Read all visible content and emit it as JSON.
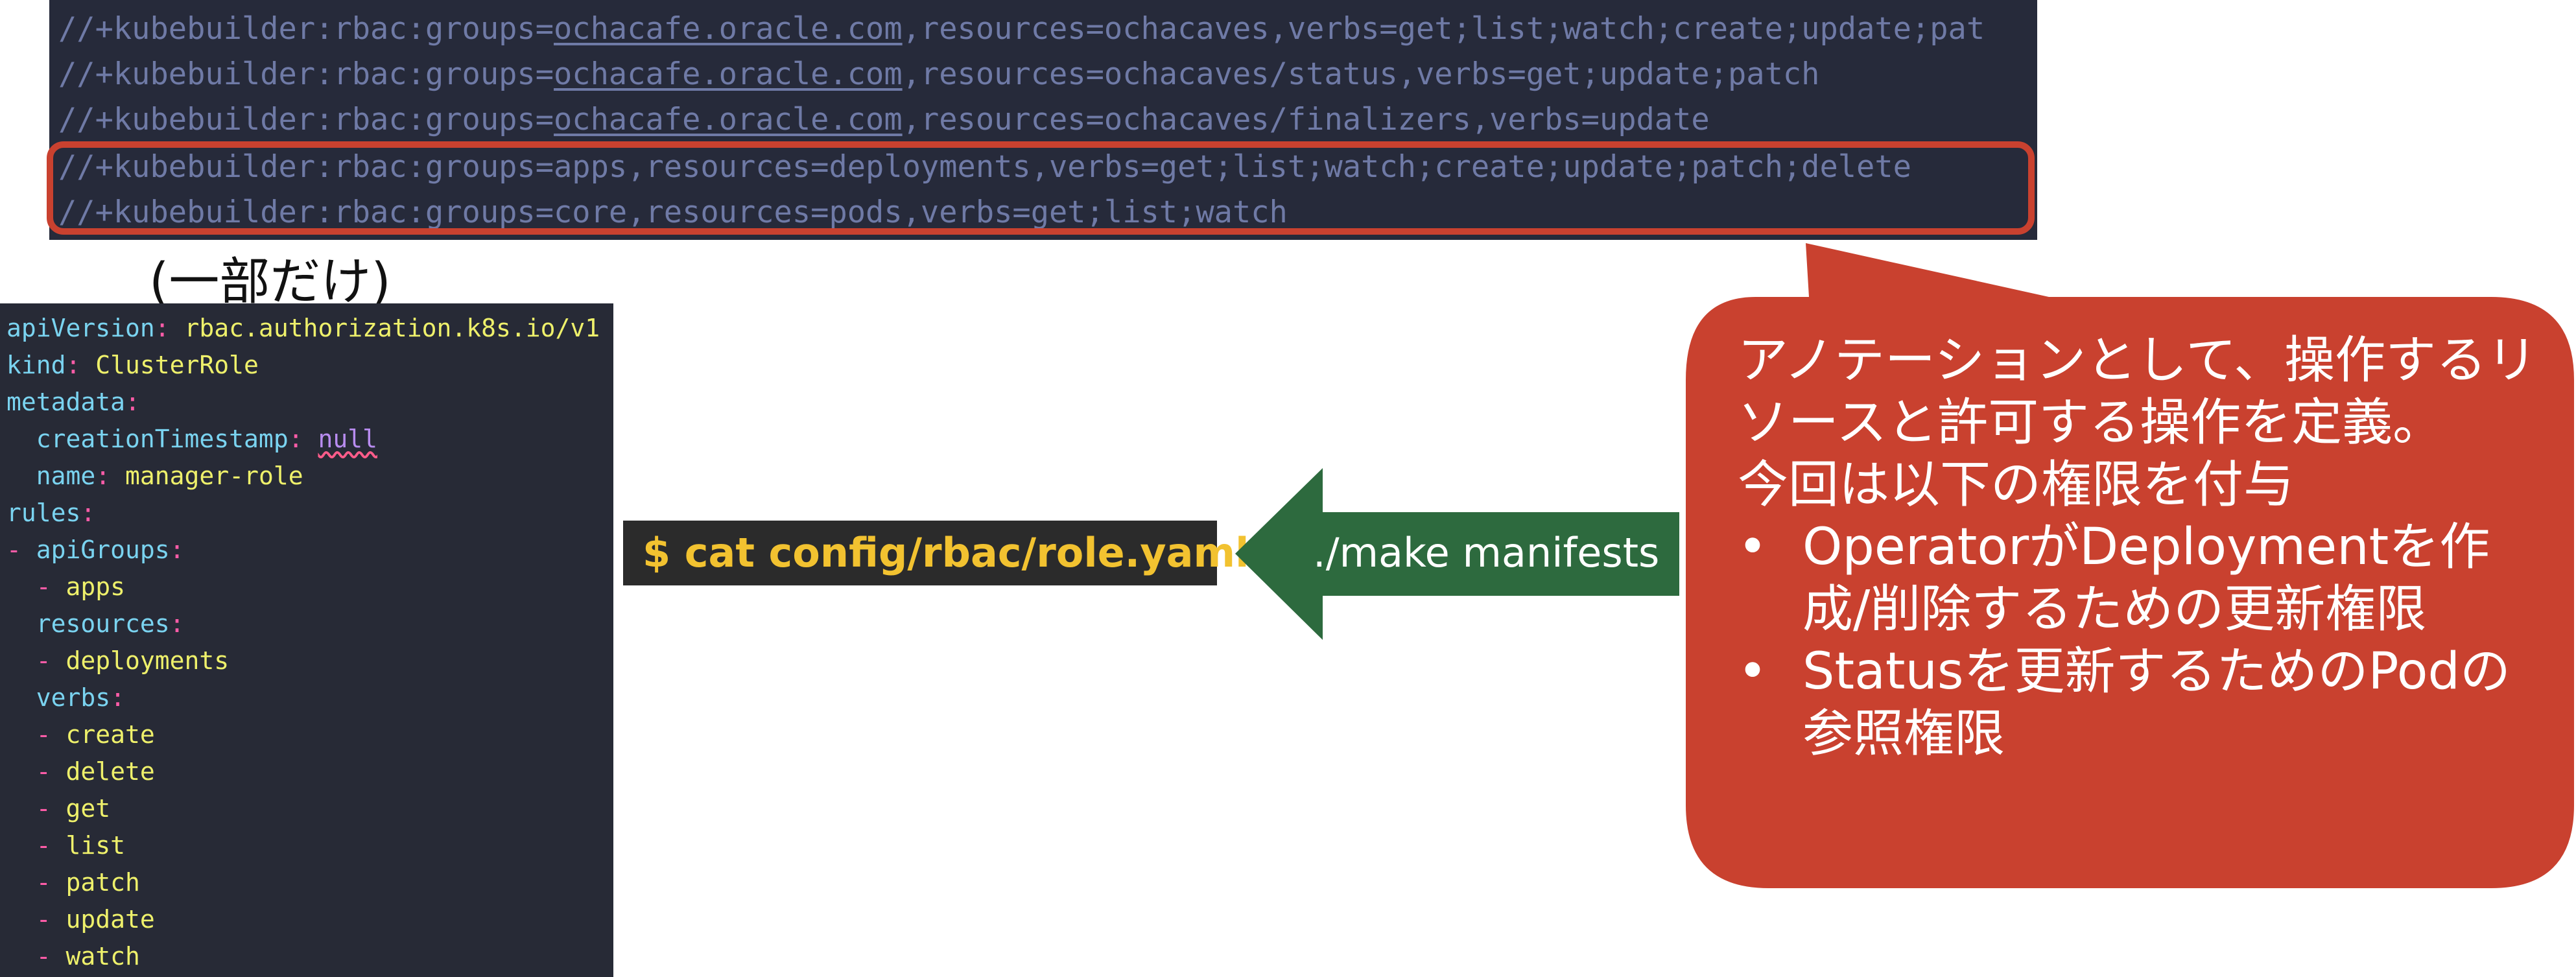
{
  "top_code": {
    "lines": [
      {
        "pre": "//+kubebuilder:rbac:groups=",
        "link": "ochacafe.oracle.com",
        "post": ",resources=ochacaves,verbs=get;list;watch;create;update;pat"
      },
      {
        "pre": "//+kubebuilder:rbac:groups=",
        "link": "ochacafe.oracle.com",
        "post": ",resources=ochacaves/status,verbs=get;update;patch"
      },
      {
        "pre": "//+kubebuilder:rbac:groups=",
        "link": "ochacafe.oracle.com",
        "post": ",resources=ochacaves/finalizers,verbs=update"
      },
      {
        "pre": "//+kubebuilder:rbac:groups=apps,resources=deployments,verbs=get;list;watch;create;update;patch;delete",
        "link": "",
        "post": ""
      },
      {
        "pre": "//+kubebuilder:rbac:groups=core,resources=pods,verbs=get;list;watch",
        "link": "",
        "post": ""
      }
    ]
  },
  "partial_label": "(一部だけ)",
  "yaml": {
    "apiVersion_key": "apiVersion",
    "apiVersion_val": "rbac.authorization.k8s.io/v1",
    "kind_key": "kind",
    "kind_val": "ClusterRole",
    "metadata_key": "metadata",
    "creationTimestamp_key": "creationTimestamp",
    "creationTimestamp_val": "null",
    "name_key": "name",
    "name_val": "manager-role",
    "rules_key": "rules",
    "apiGroups_key": "apiGroups",
    "apiGroups_val": "apps",
    "resources_key": "resources",
    "resources_val": "deployments",
    "verbs_key": "verbs",
    "verbs": [
      "create",
      "delete",
      "get",
      "list",
      "patch",
      "update",
      "watch"
    ]
  },
  "command": "$ cat config/rbac/role.yaml",
  "arrow_label": "./make manifests",
  "callout": {
    "para1": "アノテーションとして、操作するリソースと許可する操作を定義。",
    "para2": "今回は以下の権限を付与",
    "bullet_char": "•",
    "bullets": [
      "OperatorがDeploymentを作成/削除するための更新権限",
      "Statusを更新するためのPodの参照権限"
    ]
  },
  "colors": {
    "callout": "#c9412f",
    "arrow": "#2d6a3e",
    "code_bg": "#262a3a"
  }
}
